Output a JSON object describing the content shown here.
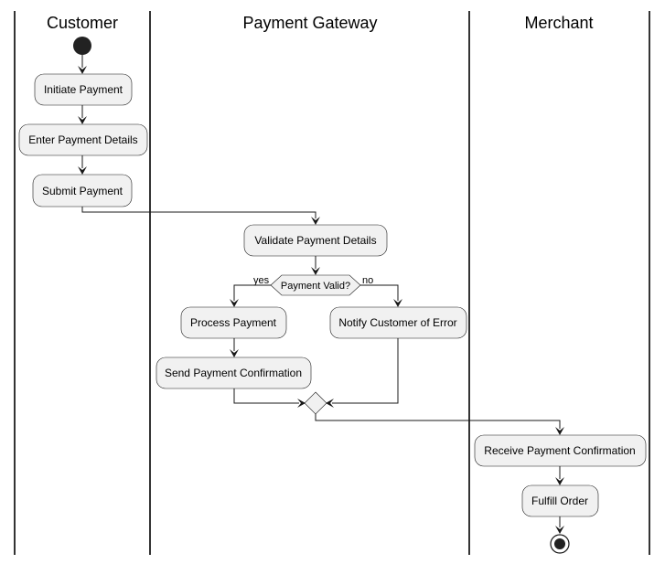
{
  "lanes": {
    "customer": "Customer",
    "gateway": "Payment Gateway",
    "merchant": "Merchant"
  },
  "nodes": {
    "initiate": "Initiate Payment",
    "enter_details": "Enter Payment Details",
    "submit": "Submit Payment",
    "validate": "Validate Payment Details",
    "decision": "Payment Valid?",
    "process": "Process Payment",
    "notify_error": "Notify Customer of Error",
    "send_confirmation": "Send Payment Confirmation",
    "receive_confirmation": "Receive Payment Confirmation",
    "fulfill": "Fulfill Order"
  },
  "edge_labels": {
    "yes": "yes",
    "no": "no"
  }
}
